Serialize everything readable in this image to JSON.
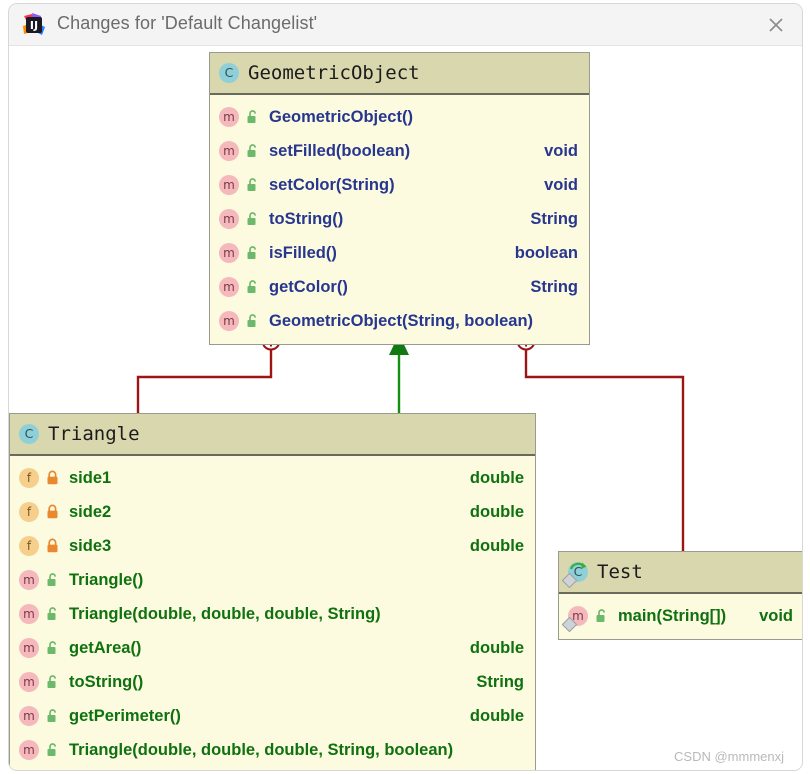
{
  "window": {
    "title": "Changes for 'Default Changelist'",
    "app_icon": "intellij-idea-icon",
    "close_icon": "close-icon"
  },
  "watermark": "CSDN @mmmenxj",
  "colors": {
    "header_bg": "#d9d7ae",
    "body_bg": "#fcfbdf",
    "border": "#9a9a8e",
    "method_text": "#27368e",
    "triangle_text": "#0f7110",
    "edge_red": "#9c1416",
    "edge_green": "#119011",
    "titlebar_bg": "#f4f4f4",
    "canvas_bg": "#ffffff"
  },
  "diagram": {
    "type": "uml-class-diagram",
    "classes": [
      {
        "id": "geometricobject",
        "name": "GeometricObject",
        "icon": "class-icon",
        "text_color": "blue",
        "members": [
          {
            "kind": "m",
            "icon": "method-icon",
            "visibility": "lock-open-icon",
            "name": "GeometricObject()",
            "type": ""
          },
          {
            "kind": "m",
            "icon": "method-icon",
            "visibility": "lock-open-icon",
            "name": "setFilled(boolean)",
            "type": "void"
          },
          {
            "kind": "m",
            "icon": "method-icon",
            "visibility": "lock-open-icon",
            "name": "setColor(String)",
            "type": "void"
          },
          {
            "kind": "m",
            "icon": "method-icon",
            "visibility": "lock-open-icon",
            "name": "toString()",
            "type": "String"
          },
          {
            "kind": "m",
            "icon": "method-icon",
            "visibility": "lock-open-icon",
            "name": "isFilled()",
            "type": "boolean"
          },
          {
            "kind": "m",
            "icon": "method-icon",
            "visibility": "lock-open-icon",
            "name": "getColor()",
            "type": "String"
          },
          {
            "kind": "m",
            "icon": "method-icon",
            "visibility": "lock-open-icon",
            "name": "GeometricObject(String, boolean)",
            "type": ""
          }
        ]
      },
      {
        "id": "triangle",
        "name": "Triangle",
        "icon": "class-icon",
        "text_color": "green",
        "members": [
          {
            "kind": "f",
            "icon": "field-icon",
            "visibility": "lock-closed-icon",
            "name": "side1",
            "type": "double"
          },
          {
            "kind": "f",
            "icon": "field-icon",
            "visibility": "lock-closed-icon",
            "name": "side2",
            "type": "double"
          },
          {
            "kind": "f",
            "icon": "field-icon",
            "visibility": "lock-closed-icon",
            "name": "side3",
            "type": "double"
          },
          {
            "kind": "m",
            "icon": "method-icon",
            "visibility": "lock-open-icon",
            "name": "Triangle()",
            "type": ""
          },
          {
            "kind": "m",
            "icon": "method-icon",
            "visibility": "lock-open-icon",
            "name": "Triangle(double, double, double, String)",
            "type": ""
          },
          {
            "kind": "m",
            "icon": "method-icon",
            "visibility": "lock-open-icon",
            "name": "getArea()",
            "type": "double"
          },
          {
            "kind": "m",
            "icon": "method-icon",
            "visibility": "lock-open-icon",
            "name": "toString()",
            "type": "String"
          },
          {
            "kind": "m",
            "icon": "method-icon",
            "visibility": "lock-open-icon",
            "name": "getPerimeter()",
            "type": "double"
          },
          {
            "kind": "m",
            "icon": "method-icon",
            "visibility": "lock-open-icon",
            "name": "Triangle(double, double, double, String, boolean)",
            "type": ""
          }
        ]
      },
      {
        "id": "test",
        "name": "Test",
        "icon": "runnable-class-icon",
        "text_color": "green",
        "members": [
          {
            "kind": "m",
            "icon": "method-icon",
            "visibility": "lock-open-icon",
            "name": "main(String[])",
            "type": "void"
          }
        ]
      }
    ],
    "edges": [
      {
        "id": "edge-geometricobject-triangle-usage",
        "from": "geometricobject",
        "to": "triangle",
        "style": "red-orthogonal",
        "endpoint_icon": "plus-circle-icon"
      },
      {
        "id": "edge-triangle-geometricobject-inheritance",
        "from": "triangle",
        "to": "geometricobject",
        "style": "green-arrow",
        "endpoint_icon": "solid-triangle-arrow"
      },
      {
        "id": "edge-geometricobject-test-usage",
        "from": "geometricobject",
        "to": "test",
        "style": "red-orthogonal",
        "endpoint_icon": "plus-circle-icon"
      }
    ]
  }
}
